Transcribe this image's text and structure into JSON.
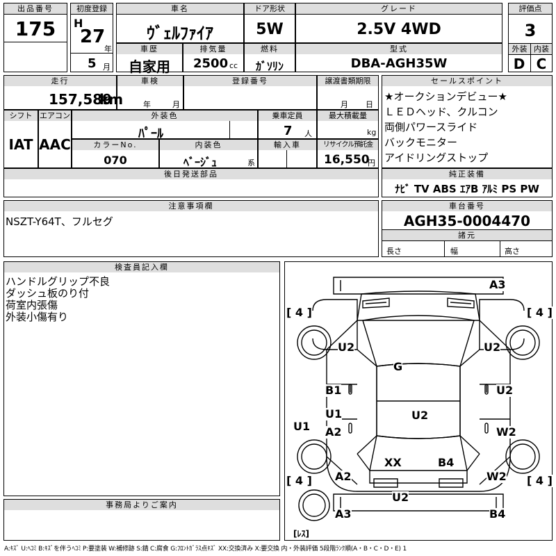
{
  "headers": {
    "lot_no": "出品番号",
    "first_reg": "初度登録",
    "car_name": "車名",
    "door": "ドア形状",
    "grade": "グレード",
    "score": "評価点",
    "history": "車歴",
    "displacement": "排気量",
    "fuel": "燃料",
    "model_code": "型式",
    "exterior": "外装",
    "interior": "内装",
    "mileage": "走行",
    "inspection": "車検",
    "reg_no": "登録番号",
    "transfer": "譲渡書類期限",
    "sales_points": "セールスポイント",
    "shift": "シフト",
    "aircon": "エアコン",
    "exterior_color": "外装色",
    "capacity": "乗車定員",
    "max_load": "最大積載量",
    "color_no": "カラーNo.",
    "interior_color": "内装色",
    "import": "輸入車",
    "recycle": "リサイクル預託金",
    "later_parts": "後日発送部品",
    "genuine_equipment": "純正装備",
    "notes": "注意事項欄",
    "chassis_no": "車台番号",
    "dimensions": "諸元",
    "inspector": "検査員記入欄",
    "office": "事務局よりご案内"
  },
  "values": {
    "lot_no": "175",
    "era": "H",
    "year": "27",
    "year_unit": "年",
    "month": "5",
    "month_unit": "月",
    "car_name": "ｳﾞｪﾙﾌｧｲｱ",
    "door": "5W",
    "grade": "2.5V 4WD",
    "score": "3",
    "history": "自家用",
    "displacement": "2500",
    "cc_unit": "cc",
    "fuel": "ｶﾞｿﾘﾝ",
    "model_code": "DBA-AGH35W",
    "exterior_grade": "D",
    "interior_grade": "C",
    "mileage": "157,589",
    "mileage_unit": "km",
    "insp_year": "年",
    "insp_month": "月",
    "transfer_month": "月",
    "transfer_day": "日",
    "shift": "IAT",
    "aircon": "AAC",
    "exterior_color": "ﾊﾟｰﾙ",
    "capacity": "7",
    "capacity_unit": "人",
    "load_unit": "kg",
    "color_no": "070",
    "interior_color": "ﾍﾞｰｼﾞｭ",
    "interior_suffix": "系",
    "recycle": "16,550",
    "recycle_unit": "円",
    "genuine_equipment": "ﾅﾋﾞ  TV  ABS ｴｱB ｱﾙﾐ PS PW",
    "notes": "NSZT-Y64T、フルセグ",
    "chassis_no": "AGH35-0004470",
    "length": "長さ",
    "width": "幅",
    "height": "高さ"
  },
  "sales_points": [
    "★オークションデビュー★",
    "ＬＥＤヘッド、クルコン",
    "両側パワースライド",
    "バックモニター",
    "アイドリングストップ"
  ],
  "inspector_notes": [
    "ハンドルグリップ不良",
    "ダッシュ板のり付",
    "荷室内張傷",
    "外装小傷有り"
  ],
  "diagram_labels": {
    "a3_top": "A3",
    "tire_fl": "[ 4 ]",
    "tire_fr": "[ 4 ]",
    "tire_rl": "[ 4 ]",
    "tire_rr": "[ 4 ]",
    "u2_fl": "U2",
    "u2_fr": "U2",
    "g": "G",
    "b1": "B1",
    "u2_rd": "U2",
    "u1": "U1",
    "a2_l": "A2",
    "u1_side": "U1",
    "u2_roof": "U2",
    "w2_r": "W2",
    "xx": "XX",
    "b4_mid": "B4",
    "a2_rl": "A2",
    "w2_rr": "W2",
    "u2_rear": "U2",
    "a3_rear": "A3",
    "b4_rear": "B4",
    "spare": "[ﾚｽ]"
  },
  "legend": "A:ｷｽﾞ U:ﾍｺﾐ B:ｷｽﾞを伴うﾍｺﾐ P:要塗装 W:補修跡 S:錆 C:腐食 G:ﾌﾛﾝﾄｶﾞﾗｽ点ｷｽﾞ XX:交換済み X:要交換  内・外装評価 5段階ﾗﾝｸ順(A・B・C・D・E) 1"
}
